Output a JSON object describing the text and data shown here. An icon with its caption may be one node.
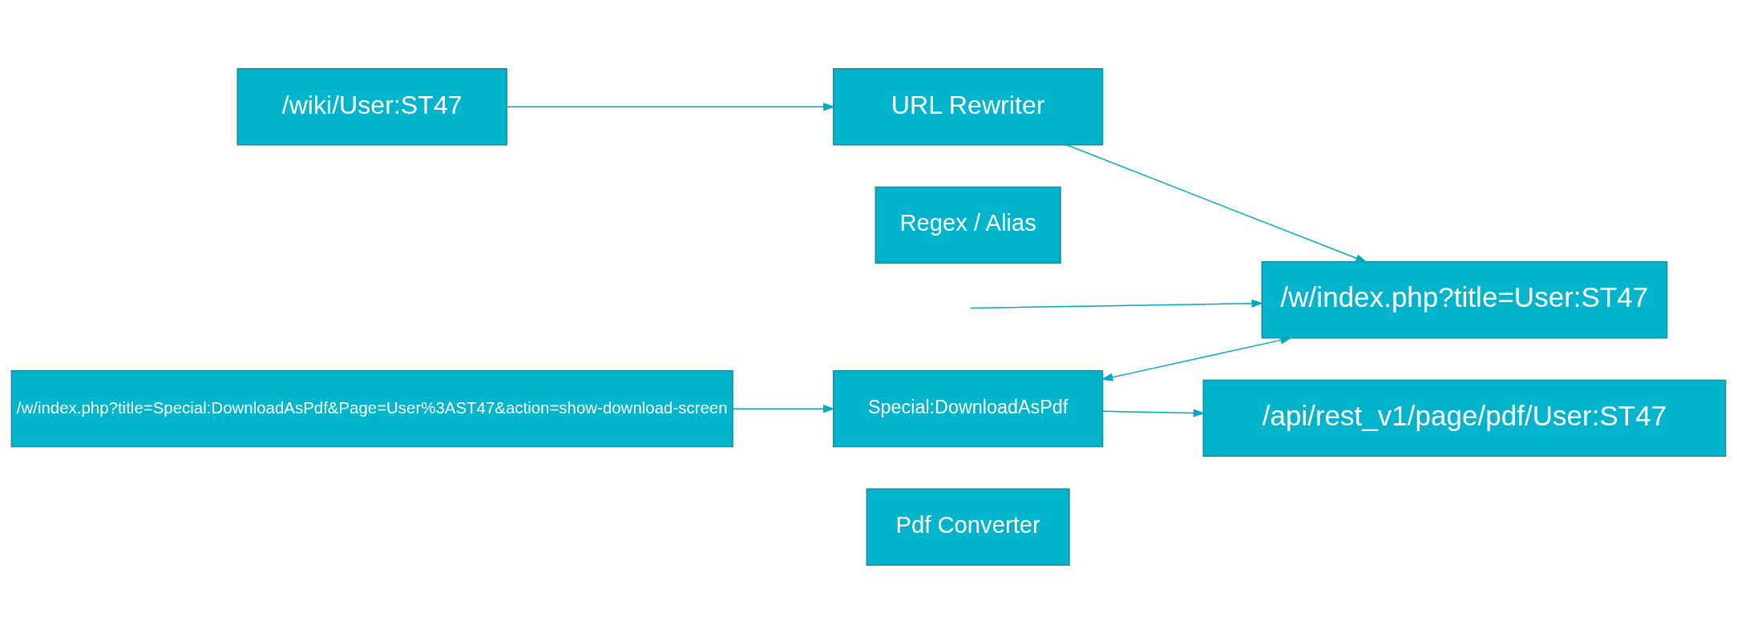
{
  "diagram": {
    "nodes": [
      {
        "text": [
          "/wiki/User:ST47"
        ]
      },
      {
        "text": [
          "URL Rewriter"
        ]
      },
      {
        "text": [
          "Regex / Alias"
        ]
      },
      {
        "text": [
          "/w/index.php?title=User:ST47"
        ]
      },
      {
        "text": [
          "/w/index.php?title=Special:DownloadAsPdf&Page=User%3AST47&action=show-download-screen"
        ]
      },
      {
        "text": [
          "Special:DownloadAsPdf"
        ]
      },
      {
        "text": [
          "Pdf Converter"
        ]
      },
      {
        "text": [
          "/api/rest_v1/page/pdf/User:ST47"
        ]
      }
    ],
    "edges": [
      {
        "from": 0,
        "to": 1,
        "arrow": "to"
      },
      {
        "from": 1,
        "to": 3,
        "arrow": "to"
      },
      {
        "from": null,
        "to": 3,
        "arrow": "to"
      },
      {
        "from": 4,
        "to": 5,
        "arrow": "to"
      },
      {
        "from": 5,
        "to": 3,
        "arrow": "both"
      },
      {
        "from": 5,
        "to": 7,
        "arrow": "to"
      }
    ]
  }
}
